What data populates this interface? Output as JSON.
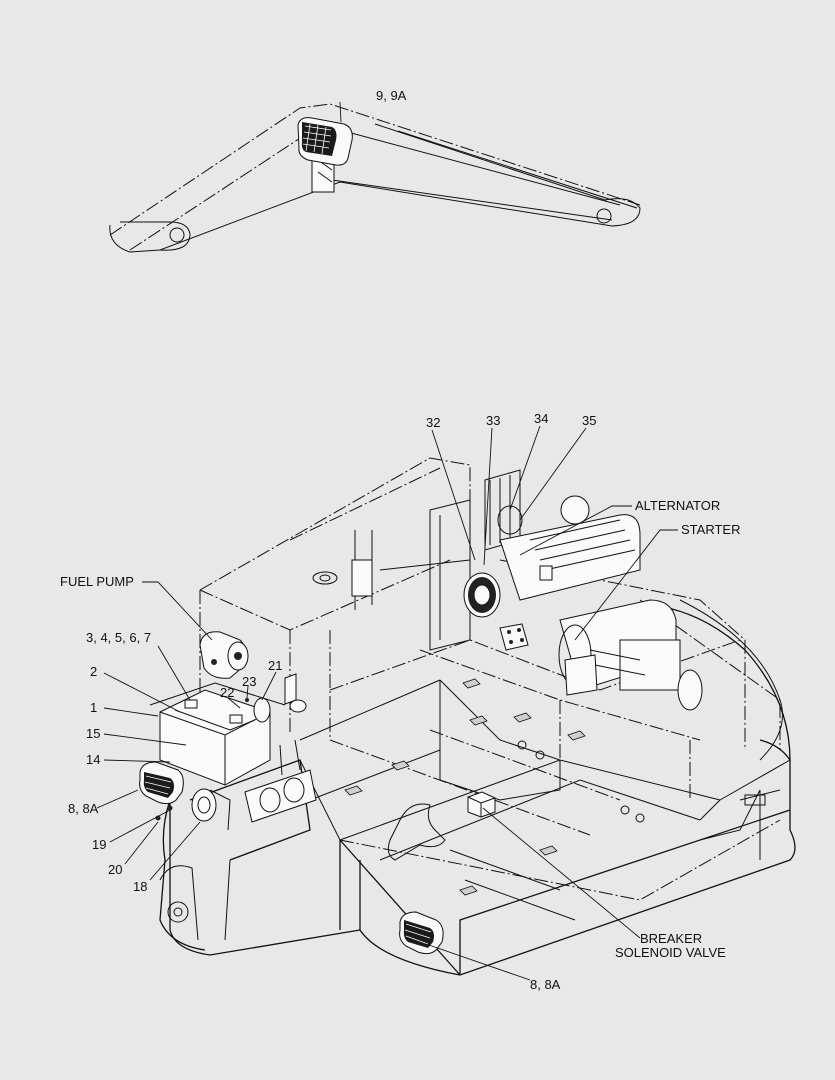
{
  "colors": {
    "background": "#e8e8e8",
    "ink": "#111111"
  },
  "labels": {
    "boom_light": "9, 9A",
    "fuel_pump": "FUEL PUMP",
    "alternator": "ALTERNATOR",
    "starter": "STARTER",
    "breaker": "BREAKER",
    "solenoid_valve": "SOLENOID VALVE",
    "item_32": "32",
    "item_33": "33",
    "item_34": "34",
    "item_35": "35",
    "items_3_7": "3, 4, 5, 6, 7",
    "item_2": "2",
    "item_1": "1",
    "item_15": "15",
    "item_14": "14",
    "item_21": "21",
    "item_23": "23",
    "item_22": "22",
    "light_left": "8, 8A",
    "item_19": "19",
    "item_20": "20",
    "item_18": "18",
    "light_front": "8, 8A"
  }
}
